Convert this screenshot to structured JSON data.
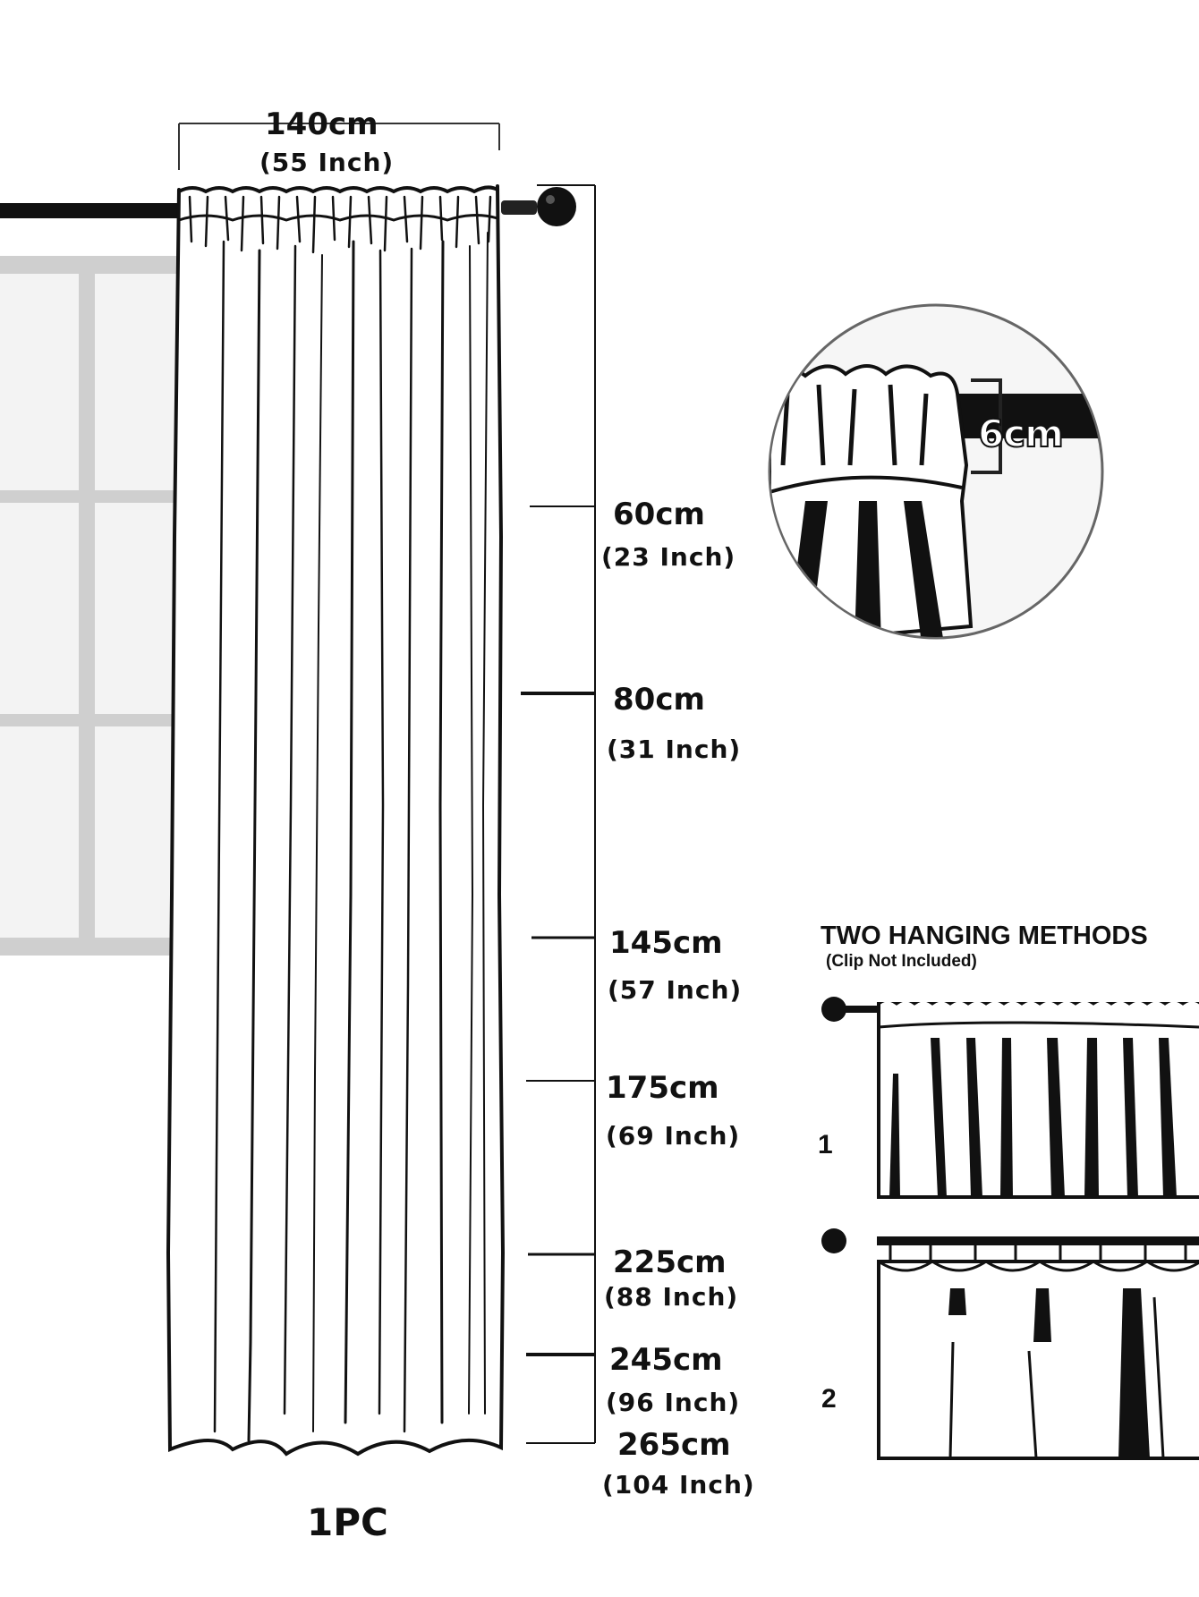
{
  "width_label": {
    "cm": "140cm",
    "inch": "(55 Inch)"
  },
  "pocket": {
    "label": "6cm"
  },
  "length_options": [
    {
      "cm": "60cm",
      "inch": "(23 Inch)"
    },
    {
      "cm": "80cm",
      "inch": "(31 Inch)"
    },
    {
      "cm": "145cm",
      "inch": "(57 Inch)"
    },
    {
      "cm": "175cm",
      "inch": "(69 Inch)"
    },
    {
      "cm": "225cm",
      "inch": "(88 Inch)"
    },
    {
      "cm": "245cm",
      "inch": "(96 Inch)"
    },
    {
      "cm": "265cm",
      "inch": "(104 Inch)"
    }
  ],
  "methods": {
    "title": "TWO HANGING METHODS",
    "subtitle": "(Clip Not Included)",
    "items": [
      {
        "number": "1"
      },
      {
        "number": "2"
      }
    ]
  },
  "quantity": "1PC"
}
